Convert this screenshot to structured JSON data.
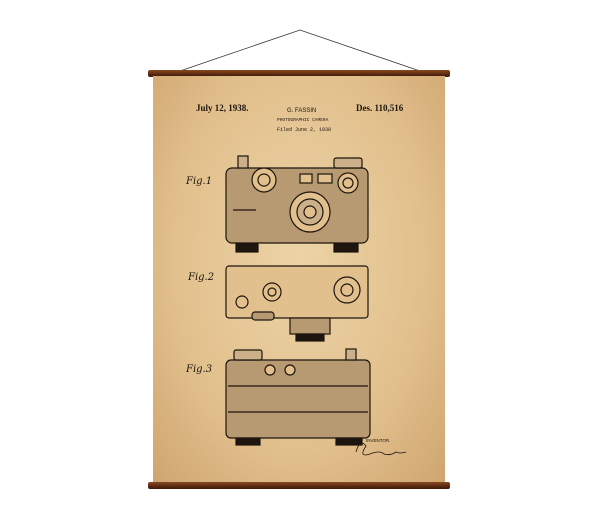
{
  "poster": {
    "date": "July 12, 1938.",
    "design_number": "Des. 110,516",
    "inventor_name": "G. FASSIN",
    "subtitle": "PHOTOGRAPHIC CAMERA",
    "filed": "Filed June 2, 1938",
    "figures": [
      "Fig.1",
      "Fig.2",
      "Fig.3"
    ],
    "inventor_label": "INVENTOR.",
    "signature": "Gustave Fassin"
  },
  "colors": {
    "paper": "#e2c08d",
    "rod": "#5a2a10",
    "ink": "#1d150e"
  }
}
